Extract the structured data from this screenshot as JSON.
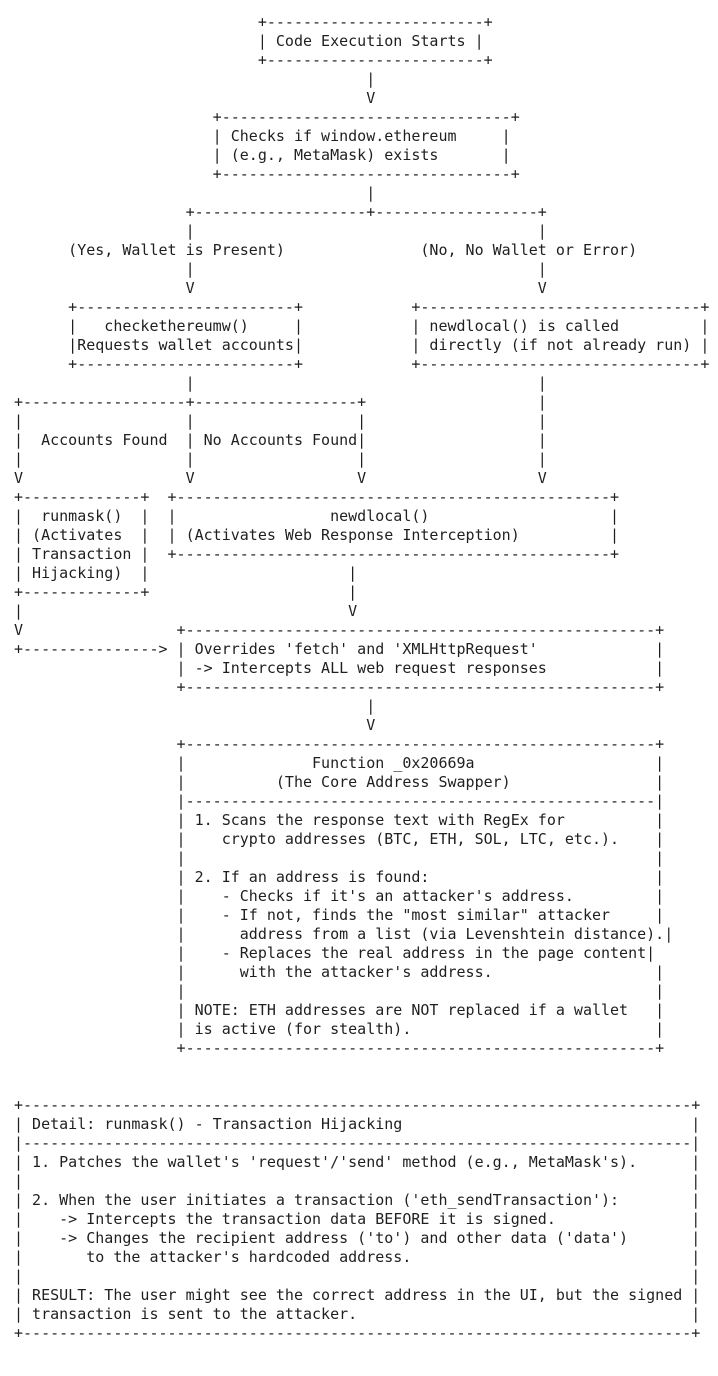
{
  "page": {
    "background_color": "#ffffff",
    "text_color": "#1f1f1f",
    "kind": "ascii-flowchart"
  },
  "diagram": {
    "title": "Code Execution Starts",
    "nodes": [
      {
        "id": "start",
        "label": "Code Execution Starts"
      },
      {
        "id": "wallet-check",
        "label": "Checks if window.ethereum (e.g., MetaMask) exists"
      },
      {
        "id": "branch-yes",
        "label": "(Yes, Wallet is Present)"
      },
      {
        "id": "branch-no",
        "label": "(No, No Wallet or Error)"
      },
      {
        "id": "checkethereumw",
        "label": "checkethereumw() Requests wallet accounts"
      },
      {
        "id": "newdlocal-direct",
        "label": "newdlocal() is called directly (if not already run)"
      },
      {
        "id": "accounts-found",
        "label": "Accounts Found"
      },
      {
        "id": "no-accounts-found",
        "label": "No Accounts Found"
      },
      {
        "id": "runmask",
        "label": "runmask() (Activates Transaction Hijacking)"
      },
      {
        "id": "newdlocal",
        "label": "newdlocal() (Activates Web Response Interception)"
      },
      {
        "id": "override-fetch",
        "label": "Overrides 'fetch' and 'XMLHttpRequest' -> Intercepts ALL web request responses"
      },
      {
        "id": "core-swapper",
        "label": "Function _0x20669a (The Core Address Swapper)"
      },
      {
        "id": "detail-runmask",
        "label": "Detail: runmask() - Transaction Hijacking"
      }
    ]
  },
  "ascii_lines": [
    "                           +------------------------+",
    "                           | Code Execution Starts |",
    "                           +------------------------+",
    "                                       |",
    "                                       V",
    "                      +--------------------------------+",
    "                      | Checks if window.ethereum     |",
    "                      | (e.g., MetaMask) exists       |",
    "                      +--------------------------------+",
    "                                       |",
    "                   +-------------------+------------------+",
    "                   |                                      |",
    "      (Yes, Wallet is Present)               (No, No Wallet or Error)",
    "                   |                                      |",
    "                   V                                      V",
    "      +------------------------+            +-------------------------------+",
    "      |   checkethereumw()     |            | newdlocal() is called         |",
    "      |Requests wallet accounts|            | directly (if not already run) |",
    "      +------------------------+            +-------------------------------+",
    "                   |                                      |",
    "+------------------+------------------+                   |",
    "|                  |                  |                   |",
    "|  Accounts Found  | No Accounts Found|                   |",
    "|                  |                  |                   |",
    "V                  V                  V                   V",
    "+-------------+  +------------------------------------------------+",
    "|  runmask()  |  |                 newdlocal()                    |",
    "| (Activates  |  | (Activates Web Response Interception)          |",
    "| Transaction |  +------------------------------------------------+",
    "| Hijacking)  |                      |",
    "+-------------+                      |",
    "|                                    V",
    "V                 +----------------------------------------------------+",
    "+---------------> | Overrides 'fetch' and 'XMLHttpRequest'             |",
    "                  | -> Intercepts ALL web request responses            |",
    "                  +----------------------------------------------------+",
    "                                       |",
    "                                       V",
    "                  +----------------------------------------------------+",
    "                  |              Function _0x20669a                    |",
    "                  |          (The Core Address Swapper)                |",
    "                  |----------------------------------------------------|",
    "                  | 1. Scans the response text with RegEx for          |",
    "                  |    crypto addresses (BTC, ETH, SOL, LTC, etc.).    |",
    "                  |                                                    |",
    "                  | 2. If an address is found:                         |",
    "                  |    - Checks if it's an attacker's address.         |",
    "                  |    - If not, finds the \"most similar\" attacker     |",
    "                  |      address from a list (via Levenshtein distance).|",
    "                  |    - Replaces the real address in the page content|",
    "                  |      with the attacker's address.                  |",
    "                  |                                                    |",
    "                  | NOTE: ETH addresses are NOT replaced if a wallet   |",
    "                  | is active (for stealth).                           |",
    "                  +----------------------------------------------------+",
    "",
    "",
    "+--------------------------------------------------------------------------+",
    "| Detail: runmask() - Transaction Hijacking                                |",
    "|--------------------------------------------------------------------------|",
    "| 1. Patches the wallet's 'request'/'send' method (e.g., MetaMask's).      |",
    "|                                                                          |",
    "| 2. When the user initiates a transaction ('eth_sendTransaction'):        |",
    "|    -> Intercepts the transaction data BEFORE it is signed.               |",
    "|    -> Changes the recipient address ('to') and other data ('data')       |",
    "|       to the attacker's hardcoded address.                               |",
    "|                                                                          |",
    "| RESULT: The user might see the correct address in the UI, but the signed |",
    "| transaction is sent to the attacker.                                     |",
    "+--------------------------------------------------------------------------+"
  ]
}
